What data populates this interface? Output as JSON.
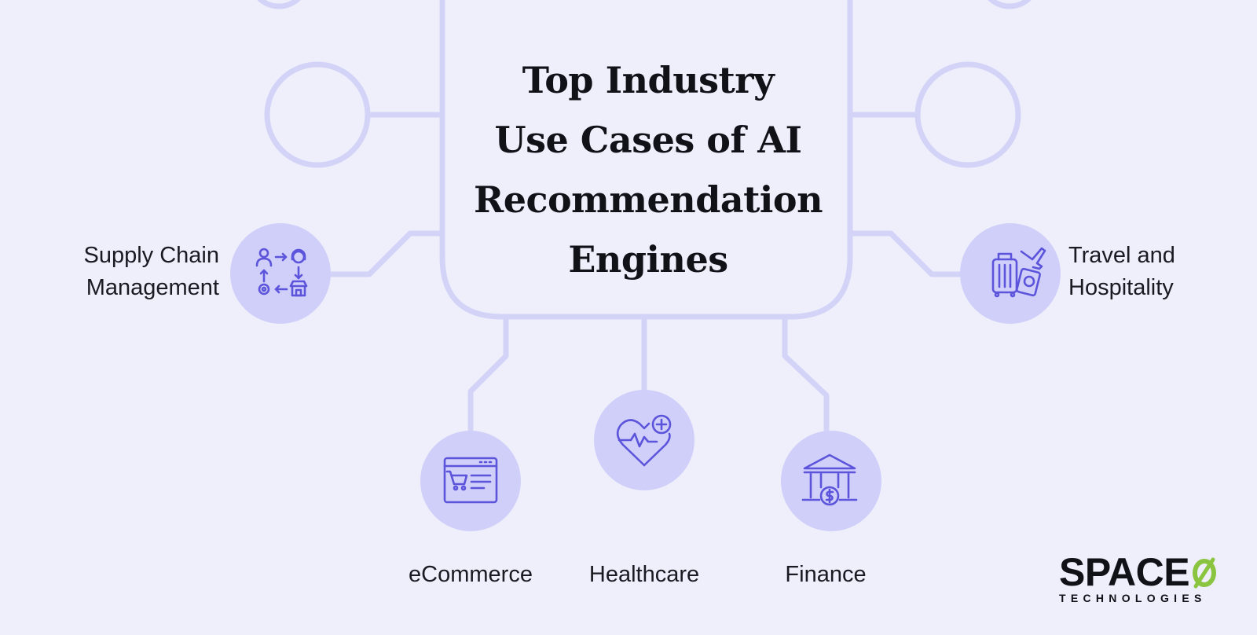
{
  "title": {
    "lines": [
      "Top Industry",
      "Use Cases of AI",
      "Recommendation",
      "Engines"
    ]
  },
  "nodes": {
    "supply_chain": {
      "line1": "Supply Chain",
      "line2": "Management",
      "icon": "supply-chain-icon"
    },
    "travel": {
      "line1": "Travel and",
      "line2": "Hospitality",
      "icon": "luggage-icon"
    },
    "ecommerce": {
      "label": "eCommerce",
      "icon": "browser-cart-icon"
    },
    "healthcare": {
      "label": "Healthcare",
      "icon": "heart-pulse-icon"
    },
    "finance": {
      "label": "Finance",
      "icon": "bank-icon"
    }
  },
  "logo": {
    "word": "SPACE",
    "zero": "Ø",
    "sub": "TECHNOLOGIES"
  },
  "colors": {
    "background": "#efeffc",
    "connector": "#d3d3f8",
    "node_fill": "#cfcff9",
    "icon": "#5c55dc",
    "logo_accent": "#8bc53f"
  }
}
